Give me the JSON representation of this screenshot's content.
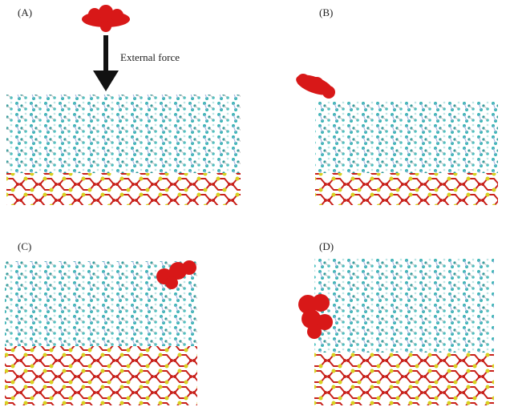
{
  "panels": [
    {
      "label": "(A)"
    },
    {
      "label": "(B)"
    },
    {
      "label": "(C)"
    },
    {
      "label": "(D)"
    }
  ],
  "annotation": {
    "external_force": "External force"
  },
  "colors": {
    "molecule": "#d81818",
    "chains": "#3ab5b5",
    "silicon": "#d8d020",
    "oxygen": "#c8201a"
  }
}
